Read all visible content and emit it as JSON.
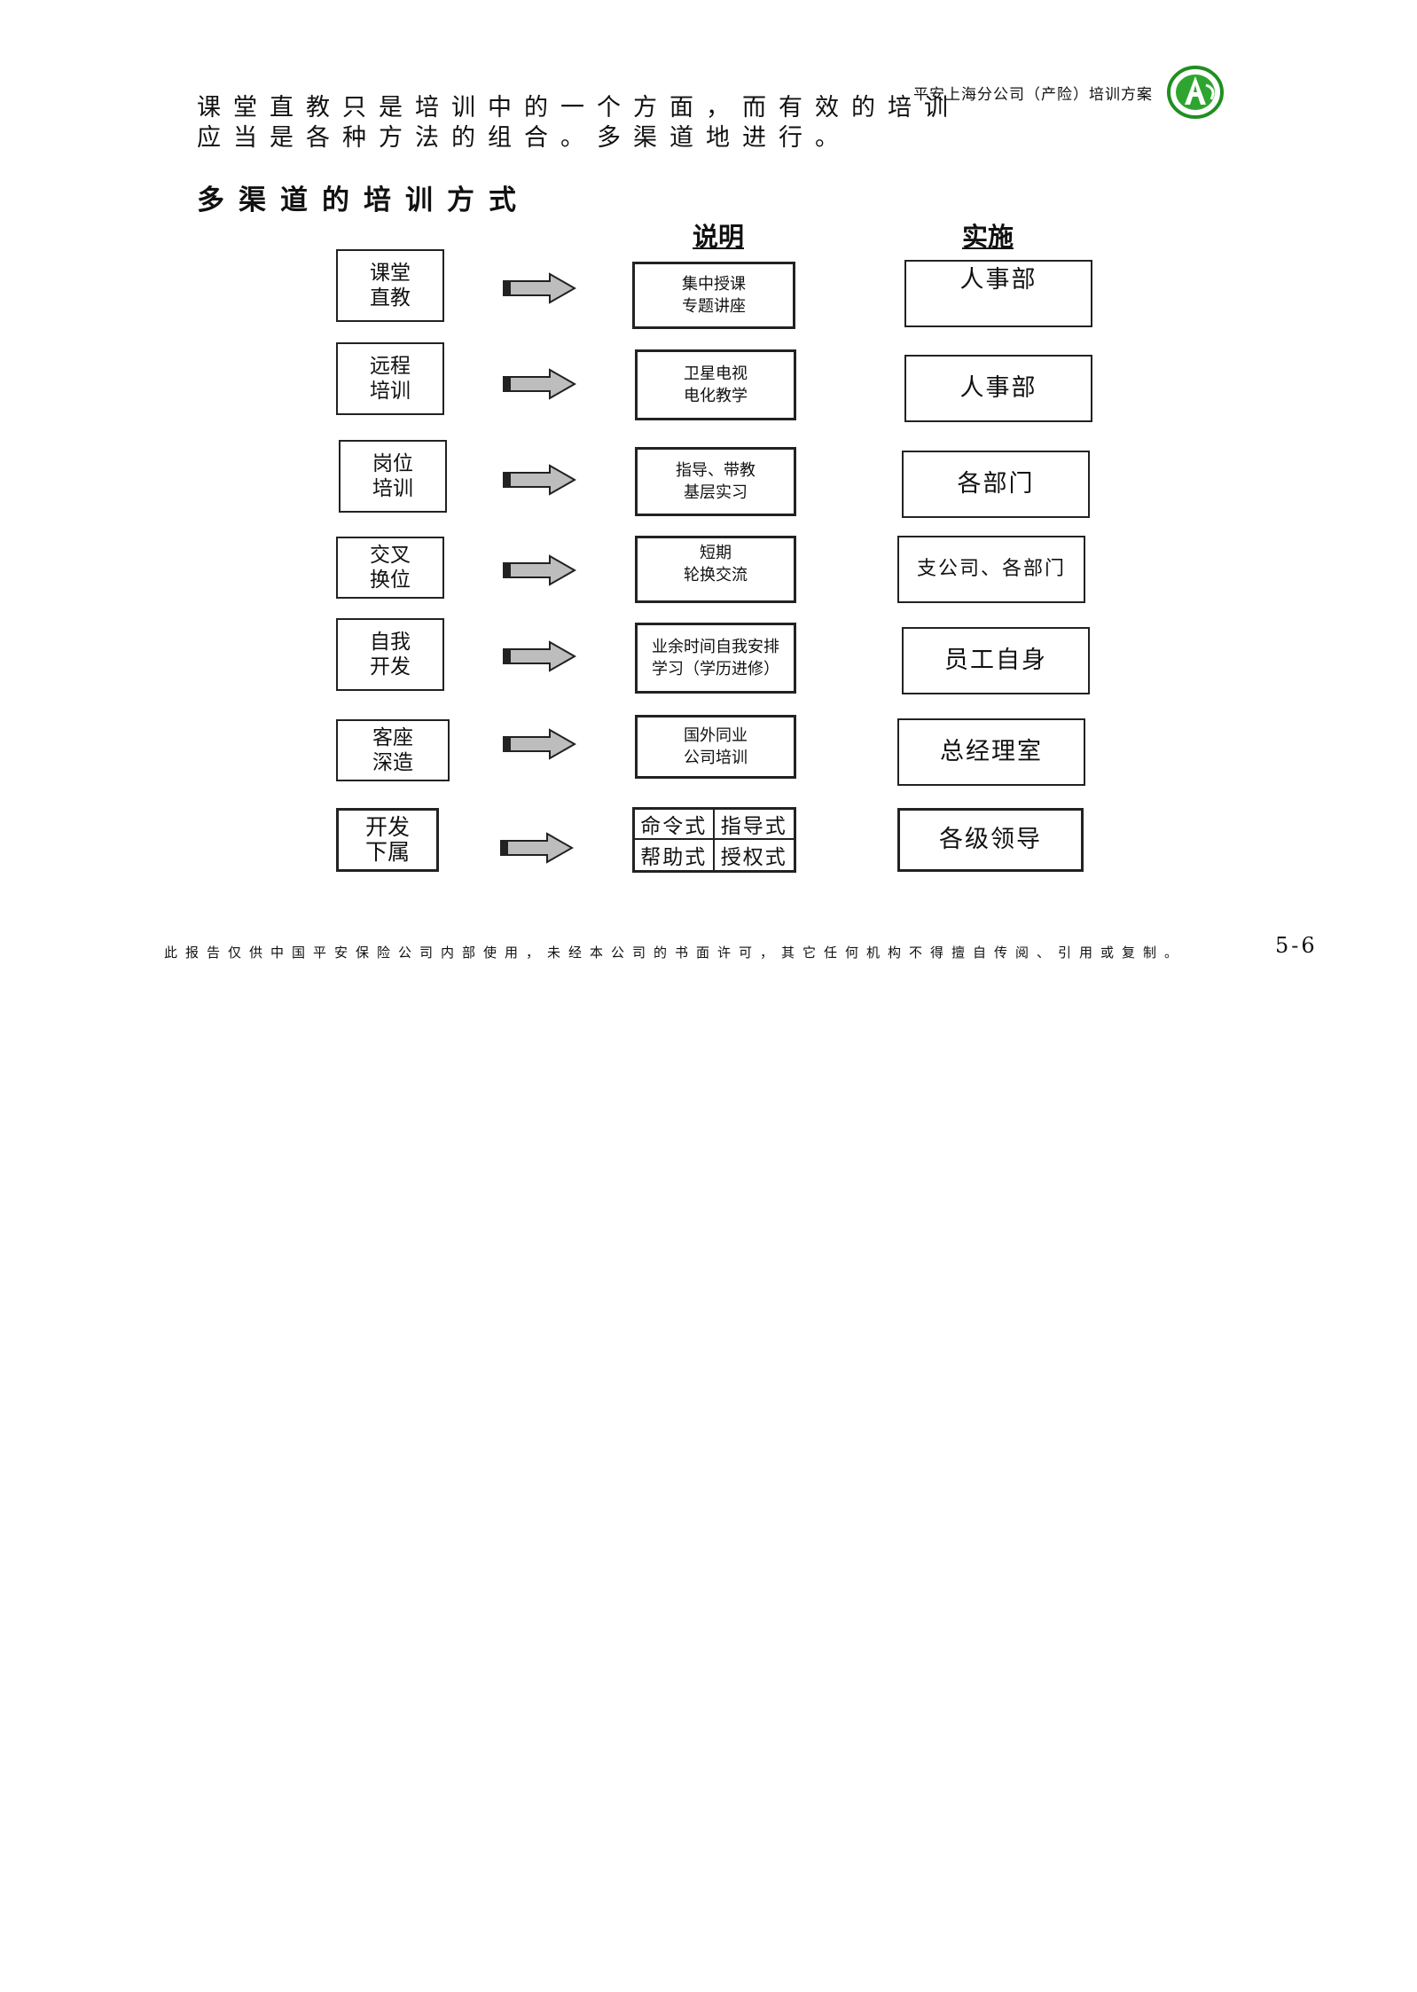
{
  "header": {
    "title": "平安上海分公司（产险）培训方案",
    "logo_icon": "ping-an-logo",
    "logo_color": "#1f8f1f"
  },
  "intro": {
    "line1": "课堂直教只是培训中的一个方面，而有效的培训",
    "line2": "应当是各种方法的组合。多渠道地进行。"
  },
  "section_heading": "多渠道的培训方式",
  "columns": {
    "description": "说明",
    "implementation": "实施"
  },
  "arrow_icon": "right-arrow-icon",
  "arrow_color": "#bdbdbd",
  "rows": [
    {
      "method": "课堂\n直教",
      "description": "集中授课\n专题讲座",
      "implementation": "人事部"
    },
    {
      "method": "远程\n培训",
      "description": "卫星电视\n电化教学",
      "implementation": "人事部"
    },
    {
      "method": "岗位\n培训",
      "description": "指导、带教\n基层实习",
      "implementation": "各部门"
    },
    {
      "method": "交叉\n换位",
      "description": "短期\n轮换交流",
      "implementation": "支公司、各部门"
    },
    {
      "method": "自我\n开发",
      "description": "业余时间自我安排\n学习（学历进修）",
      "implementation": "员工自身"
    },
    {
      "method": "客座\n深造",
      "description": "国外同业\n公司培训",
      "implementation": "总经理室"
    },
    {
      "method": "开发\n下属",
      "description_grid": [
        "命令式",
        "指导式",
        "帮助式",
        "授权式"
      ],
      "implementation": "各级领导"
    }
  ],
  "footer": {
    "notice": "此报告仅供中国平安保险公司内部使用，未经本公司的书面许可，其它任何机构不得擅自传阅、引用或复制。",
    "page": "5-6"
  }
}
